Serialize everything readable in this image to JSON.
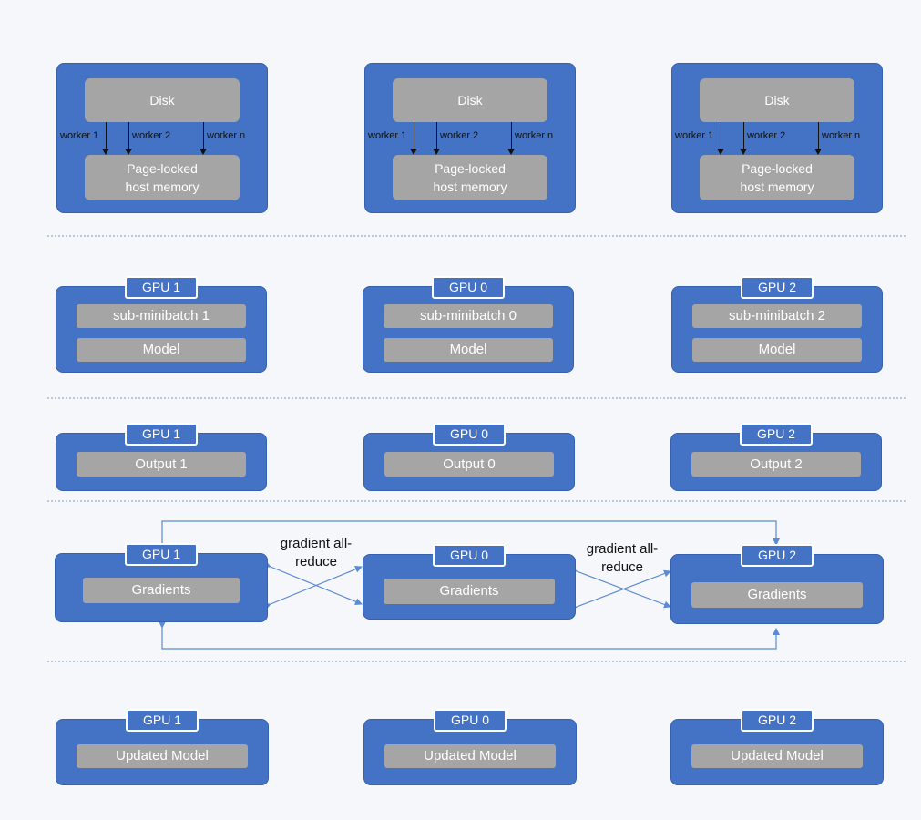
{
  "stage1": {
    "disk_label": "Disk",
    "memory_line1": "Page-locked",
    "memory_line2": "host memory",
    "workers": [
      "worker 1",
      "worker 2",
      "worker n"
    ]
  },
  "stage2": {
    "columns": [
      {
        "gpu": "GPU 1",
        "batch": "sub-minibatch 1",
        "model": "Model"
      },
      {
        "gpu": "GPU 0",
        "batch": "sub-minibatch 0",
        "model": "Model"
      },
      {
        "gpu": "GPU 2",
        "batch": "sub-minibatch 2",
        "model": "Model"
      }
    ]
  },
  "stage3": {
    "columns": [
      {
        "gpu": "GPU 1",
        "output": "Output 1"
      },
      {
        "gpu": "GPU 0",
        "output": "Output 0"
      },
      {
        "gpu": "GPU 2",
        "output": "Output 2"
      }
    ]
  },
  "stage4": {
    "columns": [
      {
        "gpu": "GPU 1",
        "gradients": "Gradients"
      },
      {
        "gpu": "GPU 0",
        "gradients": "Gradients"
      },
      {
        "gpu": "GPU 2",
        "gradients": "Gradients"
      }
    ],
    "allreduce_line1": "gradient all-",
    "allreduce_line2": "reduce"
  },
  "stage5": {
    "columns": [
      {
        "gpu": "GPU 1",
        "model": "Updated Model"
      },
      {
        "gpu": "GPU 0",
        "model": "Updated Model"
      },
      {
        "gpu": "GPU 2",
        "model": "Updated Model"
      }
    ]
  },
  "colors": {
    "node_blue": "#4472c4",
    "inner_gray": "#a5a5a5",
    "separator": "#b9c7df",
    "link_blue": "#5b8bd6"
  }
}
